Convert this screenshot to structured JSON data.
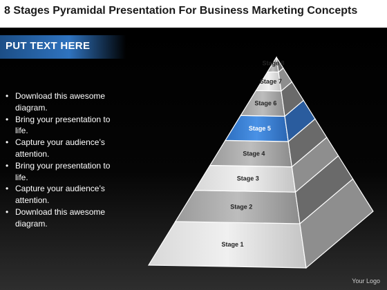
{
  "page": {
    "title": "8 Stages Pyramidal Presentation For Business Marketing Concepts"
  },
  "header": {
    "text": "PUT TEXT HERE",
    "color": "#2f73bf"
  },
  "bullets": [
    "Download this awesome diagram.",
    "Bring your presentation to life.",
    "Capture your audience’s attention.",
    "Bring your presentation to life.",
    "Capture your audience’s attention.",
    "Download this awesome diagram."
  ],
  "pyramid": {
    "highlight_color": "#3a7fd4",
    "highlighted_stage": "Stage 5",
    "stages": [
      {
        "label": "Stage 1",
        "highlighted": false
      },
      {
        "label": "Stage 2",
        "highlighted": false
      },
      {
        "label": "Stage 3",
        "highlighted": false
      },
      {
        "label": "Stage 4",
        "highlighted": false
      },
      {
        "label": "Stage 5",
        "highlighted": true
      },
      {
        "label": "Stage 6",
        "highlighted": false
      },
      {
        "label": "Stage 7",
        "highlighted": false
      },
      {
        "label": "Stage 8",
        "highlighted": false
      }
    ]
  },
  "footer": {
    "logo_text": "Your Logo"
  }
}
